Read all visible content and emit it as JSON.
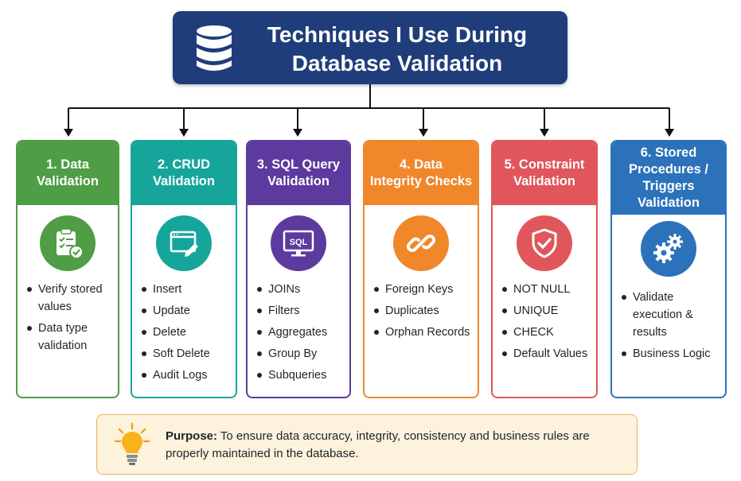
{
  "title": {
    "line1": "Techniques I Use During",
    "line2": "Database Validation"
  },
  "cards": [
    {
      "head": [
        "1. Data",
        "Validation"
      ],
      "color": "#4f9d45",
      "items": [
        "Verify stored values",
        "Data type validation"
      ]
    },
    {
      "head": [
        "2. CRUD",
        "Validation"
      ],
      "color": "#16a59b",
      "items": [
        "Insert",
        "Update",
        "Delete",
        "Soft Delete",
        "Audit Logs"
      ]
    },
    {
      "head": [
        "3. SQL Query",
        "Validation"
      ],
      "color": "#5c3a9e",
      "items": [
        "JOINs",
        "Filters",
        "Aggregates",
        "Group By",
        "Subqueries"
      ]
    },
    {
      "head": [
        "4. Data",
        "Integrity Checks"
      ],
      "color": "#f0872b",
      "items": [
        "Foreign Keys",
        "Duplicates",
        "Orphan Records"
      ]
    },
    {
      "head": [
        "5. Constraint",
        "Validation"
      ],
      "color": "#e0565b",
      "items": [
        "NOT NULL",
        "UNIQUE",
        "CHECK",
        "Default Values"
      ]
    },
    {
      "head": [
        "6. Stored",
        "Procedures /",
        "Triggers",
        "Validation"
      ],
      "color": "#2c72ba",
      "items": [
        "Validate execution & results",
        "Business Logic"
      ]
    }
  ],
  "icons": [
    "clipboard-check-icon",
    "browser-edit-icon",
    "sql-monitor-icon",
    "chain-link-icon",
    "shield-check-icon",
    "gears-icon"
  ],
  "sql_icon_label": "SQL",
  "purpose": {
    "label": "Purpose:",
    "text": "To ensure data accuracy, integrity, consistency and business rules are properly maintained in the database."
  }
}
